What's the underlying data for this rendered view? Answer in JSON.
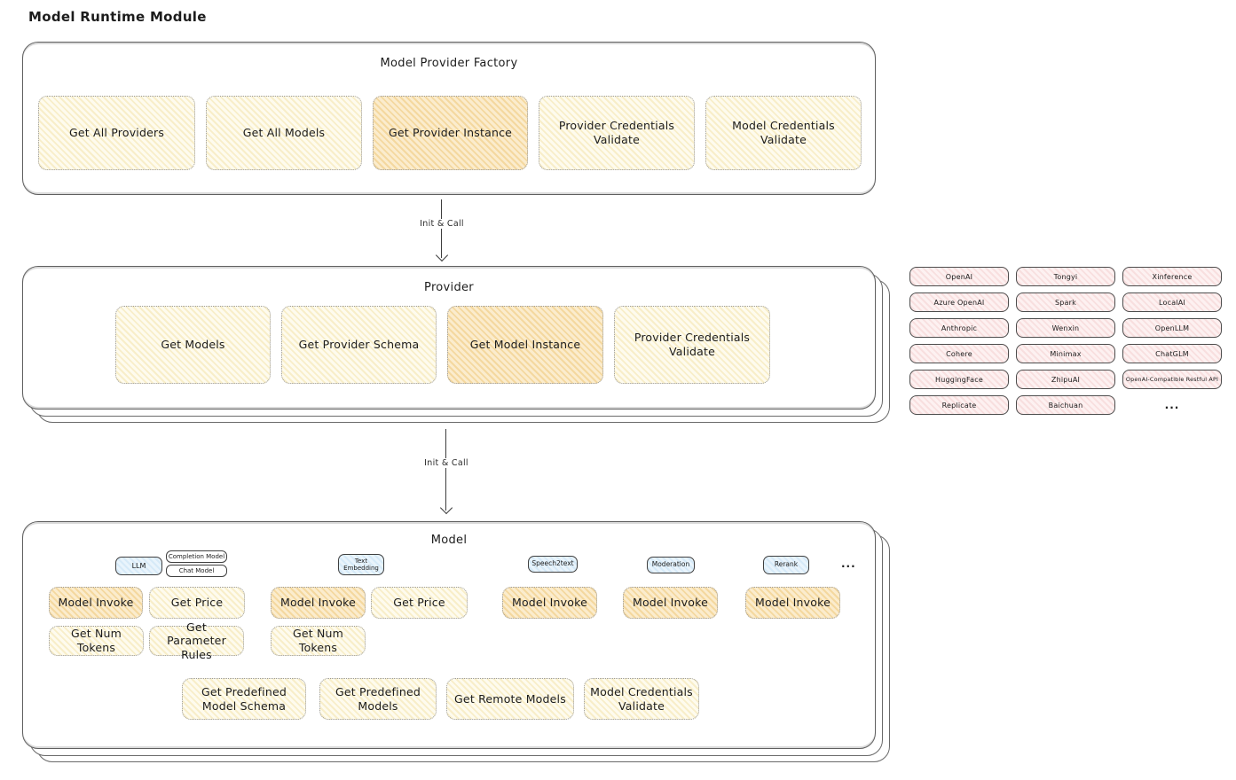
{
  "title": "Model Runtime Module",
  "colors": {
    "yellow": "#fdf6dd",
    "orange": "#f4d89f",
    "pink": "#f8dfdf",
    "blue": "#d6eaf8"
  },
  "factory": {
    "title": "Model Provider Factory",
    "items": [
      "Get All Providers",
      "Get All Models",
      "Get Provider Instance",
      "Provider Credentials Validate",
      "Model Credentials Validate"
    ]
  },
  "arrows": {
    "factory_to_provider": "Init & Call",
    "provider_to_model": "Init & Call"
  },
  "provider": {
    "title": "Provider",
    "items": [
      "Get Models",
      "Get Provider Schema",
      "Get Model Instance",
      "Provider Credentials Validate"
    ]
  },
  "provider_list": {
    "col1": [
      "OpenAI",
      "Azure OpenAI",
      "Anthropic",
      "Cohere",
      "HuggingFace",
      "Replicate"
    ],
    "col2": [
      "Tongyi",
      "Spark",
      "Wenxin",
      "Minimax",
      "ZhipuAI",
      "Baichuan"
    ],
    "col3": [
      "Xinference",
      "LocalAI",
      "OpenLLM",
      "ChatGLM",
      "OpenAI-Compatible Restful API"
    ],
    "more": "..."
  },
  "model": {
    "title": "Model",
    "tags": {
      "llm": "LLM",
      "completion_model": "Completion Model",
      "chat_model": "Chat Model",
      "text_embedding": "Text Embedding",
      "speech2text": "Speech2text",
      "moderation": "Moderation",
      "rerank": "Rerank",
      "more": "..."
    },
    "ops": {
      "model_invoke": "Model Invoke",
      "get_price": "Get Price",
      "get_num_tokens": "Get Num Tokens",
      "get_parameter_rules": "Get Parameter Rules",
      "get_predefined_model_schema": "Get Predefined Model Schema",
      "get_predefined_models": "Get Predefined Models",
      "get_remote_models": "Get Remote Models",
      "model_credentials_validate": "Model Credentials Validate"
    }
  }
}
